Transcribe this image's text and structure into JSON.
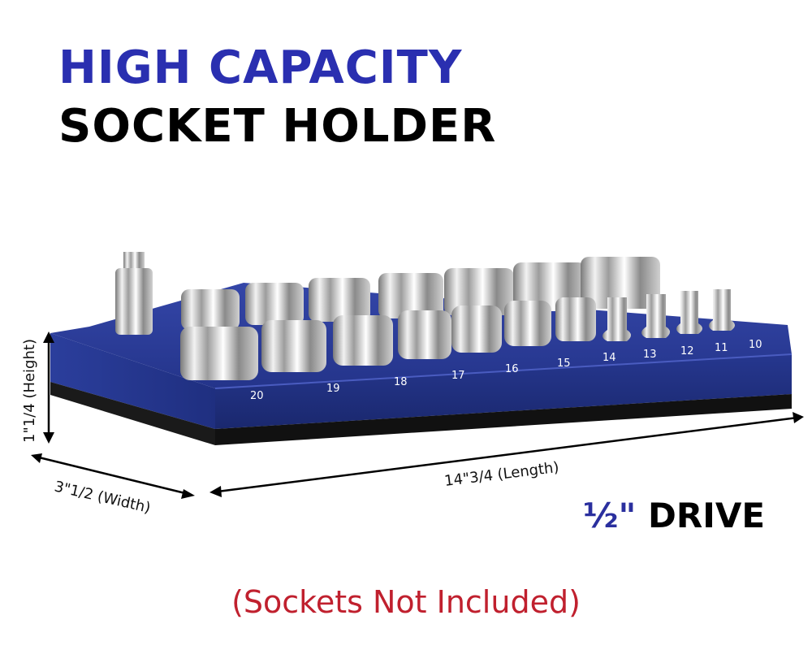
{
  "headline": {
    "line1": "HIGH CAPACITY",
    "line2": "SOCKET HOLDER"
  },
  "dimensions": {
    "height": "1\"1/4 (Height)",
    "width": "3\"1/2 (Width)",
    "length": "14\"3/4 (Length)"
  },
  "holder": {
    "slot_numbers": [
      "20",
      "19",
      "18",
      "17",
      "16",
      "15",
      "14",
      "13",
      "12",
      "11",
      "10"
    ]
  },
  "drive": {
    "fraction": "½\"",
    "label": "DRIVE"
  },
  "disclaimer": "(Sockets Not Included)",
  "colors": {
    "headline_accent": "#2a2fb0",
    "headline_dark": "#000000",
    "tray_blue": "#24348a",
    "tray_face": "#1e2d7d",
    "rubber_base": "#1a1a1a",
    "disclaimer_red": "#c0202e"
  }
}
